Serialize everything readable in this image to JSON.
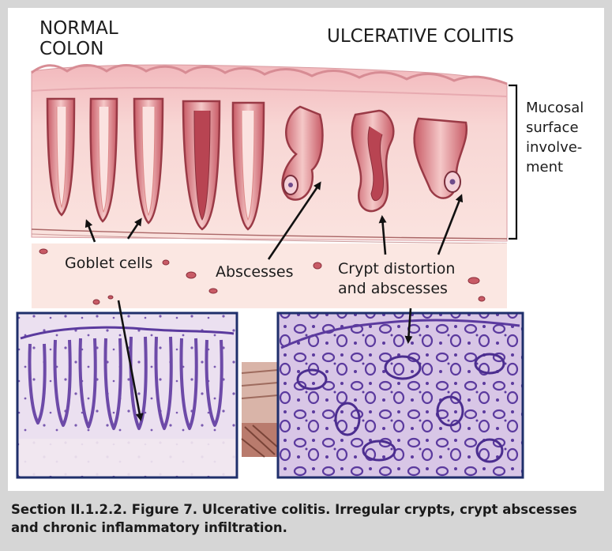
{
  "labels": {
    "normal_colon": "NORMAL\nCOLON",
    "ulcerative_colitis": "ULCERATIVE COLITIS",
    "mucosal_surface": "Mucosal\nsurface\ninvolve-\nment",
    "goblet_cells": "Goblet cells",
    "abscesses": "Abscesses",
    "crypt_distortion": "Crypt distortion\nand abscesses"
  },
  "caption": "Section II.1.2.2. Figure 7. Ulcerative colitis. Irregular crypts, crypt abscesses and chronic inflammatory infiltration.",
  "colors": {
    "tissue": "#f7cfcf",
    "tissue_dark": "#e9a6aa",
    "crypt_outline": "#b34a55",
    "histology_bg": "#e9dcef",
    "histology_stain": "#6d4aa8",
    "frame_border": "#1f2f6b",
    "background": "#d6d6d6"
  }
}
